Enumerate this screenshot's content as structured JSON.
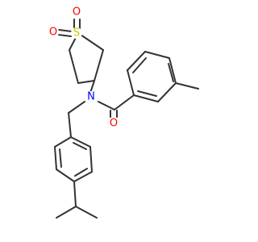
{
  "atoms": {
    "sulfur": {
      "symbol": "S",
      "color": "#cccc00"
    },
    "sulfonyl_oxygen_1": {
      "symbol": "O",
      "color": "#ff0000"
    },
    "sulfonyl_oxygen_2": {
      "symbol": "O",
      "color": "#ff0000"
    },
    "amide_nitrogen": {
      "symbol": "N",
      "color": "#0000ff"
    },
    "carbonyl_oxygen": {
      "symbol": "O",
      "color": "#ff0000"
    }
  },
  "bond_color": "#333333",
  "background": "#ffffff"
}
